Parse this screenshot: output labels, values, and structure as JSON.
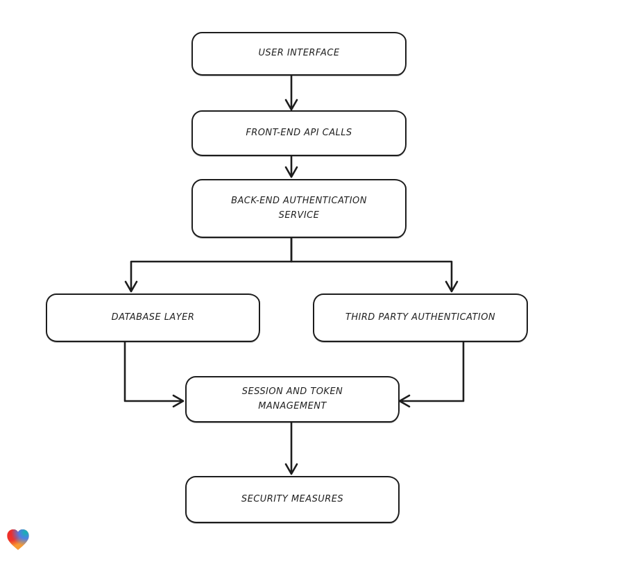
{
  "page": {
    "background_color": "#ffffff"
  },
  "diagram": {
    "stroke_color": "#1d1d1d",
    "text_color": "#1f1f1f",
    "node_fill_color": "#ffffff",
    "nodes": [
      {
        "id": "user-interface",
        "label": "USER INTERFACE"
      },
      {
        "id": "front-end-api-calls",
        "label": "FRONT-END API CALLS"
      },
      {
        "id": "back-end-authentication-service",
        "label": "BACK-END AUTHENTICATION SERVICE"
      },
      {
        "id": "database-layer",
        "label": "DATABASE LAYER"
      },
      {
        "id": "third-party-authentication",
        "label": "THIRD PARTY AUTHENTICATION"
      },
      {
        "id": "session-and-token-management",
        "label": "SESSION AND TOKEN MANAGEMENT"
      },
      {
        "id": "security-measures",
        "label": "SECURITY MEASURES"
      }
    ],
    "edges": [
      {
        "from": "user-interface",
        "to": "front-end-api-calls"
      },
      {
        "from": "front-end-api-calls",
        "to": "back-end-authentication-service"
      },
      {
        "from": "back-end-authentication-service",
        "to": "database-layer"
      },
      {
        "from": "back-end-authentication-service",
        "to": "third-party-authentication"
      },
      {
        "from": "database-layer",
        "to": "session-and-token-management"
      },
      {
        "from": "third-party-authentication",
        "to": "session-and-token-management"
      },
      {
        "from": "session-and-token-management",
        "to": "security-measures"
      }
    ],
    "logo": {
      "name": "lovable-heart-logo",
      "colors": {
        "red": "#ed2b2b",
        "teal": "#14b5ad",
        "blue": "#477fec",
        "orange": "#f79a33"
      }
    }
  }
}
